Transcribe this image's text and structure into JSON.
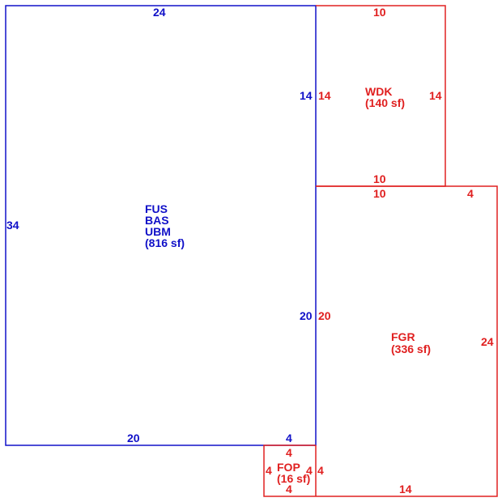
{
  "colors": {
    "main": "#1010c8",
    "additions": "#e02020"
  },
  "areas": {
    "main": {
      "lines": [
        "FUS",
        "BAS",
        "UBM",
        "(816 sf)"
      ]
    },
    "wdk": {
      "lines": [
        "WDK",
        "(140 sf)"
      ]
    },
    "fgr": {
      "lines": [
        "FGR",
        "(336 sf)"
      ]
    },
    "fop": {
      "lines": [
        "FOP",
        "(16 sf)"
      ]
    }
  },
  "dimensions": {
    "main_top": "24",
    "main_left": "34",
    "main_right_upper": "14",
    "main_right_lower": "20",
    "main_bottom_left": "20",
    "main_bottom_right": "4",
    "wdk_top": "10",
    "wdk_left": "14",
    "wdk_right": "14",
    "wdk_bottom": "10",
    "fgr_top": "10",
    "fgr_top_right": "4",
    "fgr_left": "20",
    "fgr_right": "24",
    "fgr_bottom": "14",
    "fop_top": "4",
    "fop_left": "4",
    "fop_right_inner": "4",
    "fop_right": "4",
    "fop_bottom": "4"
  }
}
